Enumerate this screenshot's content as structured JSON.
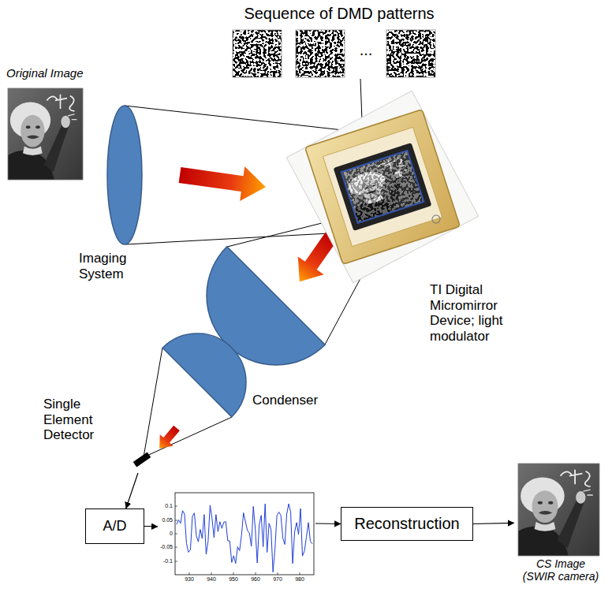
{
  "diagram": {
    "nodes": [
      {
        "text": [
          "Original Image"
        ]
      },
      {
        "text": [
          "Imaging System"
        ]
      },
      {
        "text": [
          "TI Digital Micromirror Device; light modulator"
        ]
      },
      {
        "text": [
          "Condenser"
        ]
      },
      {
        "text": [
          "Single Element Detector"
        ]
      },
      {
        "text": [
          "A/D"
        ]
      },
      {
        "text": [
          "0.1",
          "0.05",
          "0",
          "-0.05",
          "-0.1",
          "930",
          "940",
          "950",
          "960",
          "970",
          "980"
        ]
      },
      {
        "text": [
          "Reconstruction"
        ]
      },
      {
        "text": [
          "CS Image (SWIR camera)"
        ]
      }
    ],
    "edges": [
      {
        "from": 4,
        "to": 5,
        "arrow": "to"
      },
      {
        "from": 5,
        "to": 6,
        "arrow": "to"
      },
      {
        "from": 6,
        "to": 7,
        "arrow": "to"
      },
      {
        "from": 7,
        "to": 8,
        "arrow": "to"
      }
    ],
    "labels": [
      "Sequence of DMD patterns",
      "..."
    ]
  }
}
